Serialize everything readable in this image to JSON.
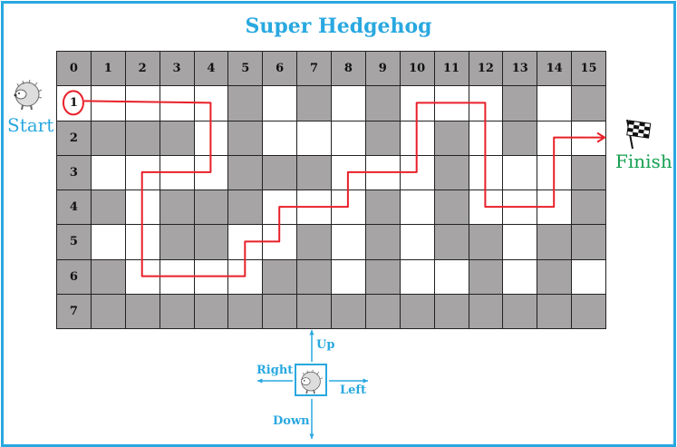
{
  "title": "Super Hedgehog",
  "start_label": "Start",
  "finish_label": "Finish",
  "colors": {
    "frame": "#29a8e0",
    "title": "#29a8e0",
    "start": "#29a8e0",
    "finish": "#14a050",
    "header": "#a6a4a4",
    "blocked": "#a6a4a4",
    "free": "#ffffff",
    "path": "#e8202a",
    "controls": "#29a8e0"
  },
  "grid": {
    "column_headers": [
      "0",
      "1",
      "2",
      "3",
      "4",
      "5",
      "6",
      "7",
      "8",
      "9",
      "10",
      "11",
      "12",
      "13",
      "14",
      "15"
    ],
    "row_headers": [
      "1",
      "2",
      "3",
      "4",
      "5",
      "6",
      "7"
    ],
    "blocked_cells": [
      [
        5,
        7,
        9,
        13,
        15
      ],
      [
        1,
        2,
        3,
        5,
        9,
        11,
        13
      ],
      [
        5,
        6,
        7,
        11,
        15
      ],
      [
        1,
        3,
        4,
        5,
        9,
        11,
        15
      ],
      [
        3,
        4,
        7,
        9,
        11,
        12,
        14,
        15
      ],
      [
        1,
        6,
        7,
        9,
        12,
        14
      ],
      [
        1,
        2,
        3,
        4,
        5,
        6,
        7,
        8,
        9,
        10,
        11,
        12,
        13,
        14,
        15
      ]
    ],
    "circled_row_header": "1",
    "path_cells": [
      [
        0,
        1
      ],
      [
        4,
        1
      ],
      [
        4,
        3
      ],
      [
        2,
        3
      ],
      [
        2,
        6
      ],
      [
        5,
        6
      ],
      [
        5,
        5
      ],
      [
        6,
        5
      ],
      [
        6,
        4
      ],
      [
        8,
        4
      ],
      [
        8,
        3
      ],
      [
        10,
        3
      ],
      [
        10,
        1
      ],
      [
        12,
        1
      ],
      [
        12,
        4
      ],
      [
        14,
        4
      ],
      [
        14,
        2
      ],
      [
        15,
        2
      ]
    ]
  },
  "controls": {
    "up": "Up",
    "down": "Down",
    "left": "Left",
    "right": "Right"
  },
  "icons": {
    "start": "hedgehog-icon",
    "finish": "checkered-flag-icon",
    "controls_center": "hedgehog-icon"
  }
}
